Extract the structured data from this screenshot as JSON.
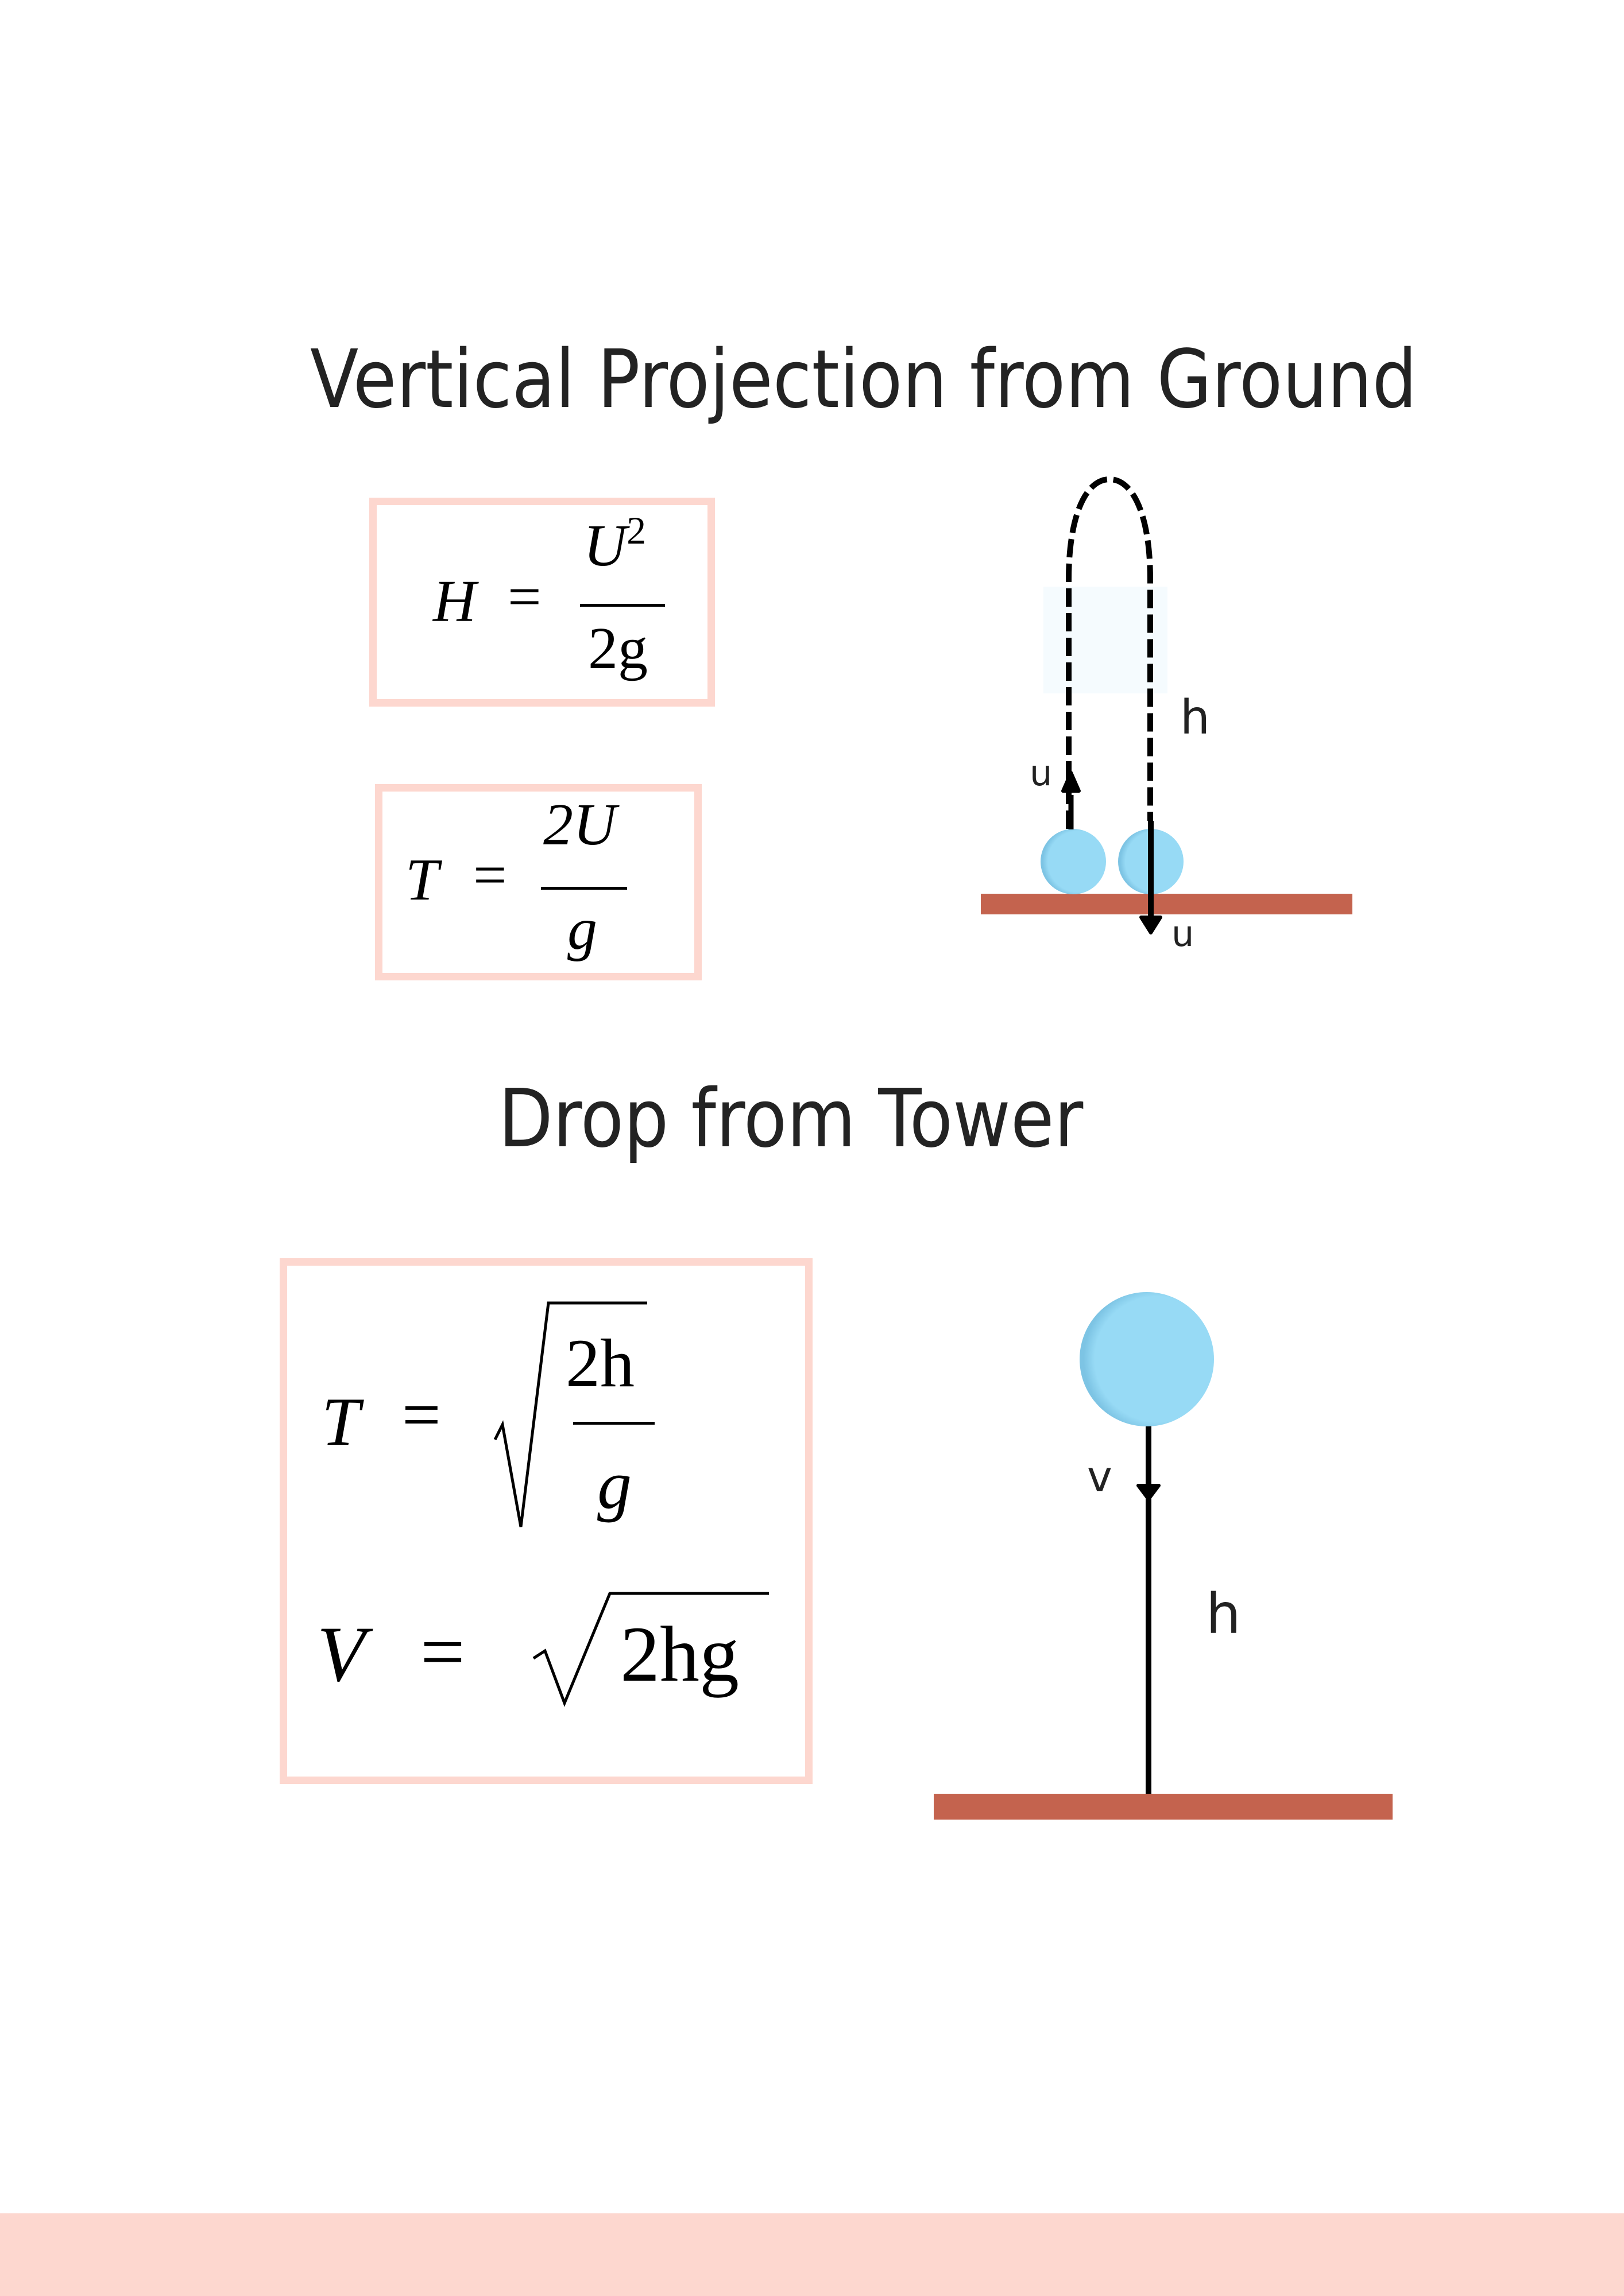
{
  "colors": {
    "text": "#232323",
    "box_border": "#FDD7CF",
    "ground": "#C4634E",
    "ball": "#97DAF5",
    "ball_shade": "#78C2E3",
    "highlight_rect": "#F5FBFE",
    "footer": "#FDD7CF"
  },
  "section_1": {
    "title": "Vertical Projection from Ground",
    "formula_max_height": {
      "lhs": "H",
      "equals": "=",
      "numerator_base": "U",
      "numerator_exp": "2",
      "denominator": "2g",
      "latex": "H = \\frac{U^2}{2g}"
    },
    "formula_time_of_flight": {
      "lhs": "T",
      "equals": "=",
      "numerator": "2U",
      "denominator": "g",
      "latex": "T = \\frac{2U}{g}"
    },
    "diagram": {
      "label_up_velocity": "u",
      "label_down_velocity": "u",
      "label_height": "h"
    }
  },
  "section_2": {
    "title": "Drop from Tower",
    "formula_time": {
      "lhs": "T",
      "equals": "=",
      "numerator": "2h",
      "denominator": "g",
      "latex": "T = \\sqrt{\\frac{2h}{g}}"
    },
    "formula_velocity": {
      "lhs": "V",
      "equals": "=",
      "radicand": "2hg",
      "latex": "V = \\sqrt{2hg}"
    },
    "diagram": {
      "label_velocity": "v",
      "label_height": "h"
    }
  }
}
